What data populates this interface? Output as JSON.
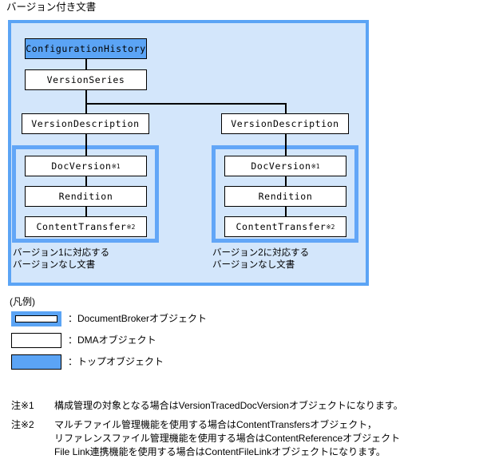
{
  "diagram": {
    "title": "バージョン付き文書",
    "colors": {
      "container_fill": "#d3e6fb",
      "container_border": "#5ba4f5",
      "group_border": "#62a6f7",
      "top_object_fill": "#5ba4f5",
      "node_fill": "#ffffff",
      "line": "#000000"
    },
    "nodes": {
      "configuration_history": "ConfigurationHistory",
      "version_series": "VersionSeries",
      "version_description_1": "VersionDescription",
      "version_description_2": "VersionDescription",
      "doc_version_1": "DocVersion",
      "doc_version_1_mark": "※1",
      "rendition_1": "Rendition",
      "content_transfer_1": "ContentTransfer",
      "content_transfer_1_mark": "※2",
      "doc_version_2": "DocVersion",
      "doc_version_2_mark": "※1",
      "rendition_2": "Rendition",
      "content_transfer_2": "ContentTransfer",
      "content_transfer_2_mark": "※2"
    },
    "captions": {
      "version1_line1": "バージョン1に対応する",
      "version1_line2": "バージョンなし文書",
      "version2_line1": "バージョン2に対応する",
      "version2_line2": "バージョンなし文書"
    }
  },
  "legend": {
    "title": "(凡例)",
    "items": [
      {
        "swatch": "documentbroker-swatch",
        "label": "：DocumentBrokerオブジェクト"
      },
      {
        "swatch": "dma-swatch",
        "label": "：DMAオブジェクト"
      },
      {
        "swatch": "topobject-swatch",
        "label": "：トップオブジェクト"
      }
    ]
  },
  "footnotes": [
    {
      "marker": "注※1",
      "lines": [
        "構成管理の対象となる場合はVersionTracedDocVersionオブジェクトになります。"
      ]
    },
    {
      "marker": "注※2",
      "lines": [
        "マルチファイル管理機能を使用する場合はContentTransfersオブジェクト，",
        "リファレンスファイル管理機能を使用する場合はContentReferenceオブジェクト",
        "File Link連携機能を使用する場合はContentFileLinkオブジェクトになります。"
      ]
    }
  ]
}
